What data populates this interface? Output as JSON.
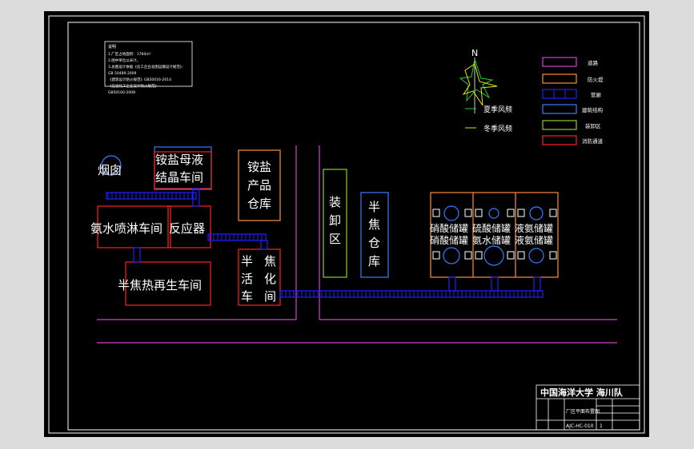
{
  "notes": {
    "heading": "说明",
    "lines": [
      "1.厂区占地面积：1760m²",
      "2.图中单位以米计。",
      "3.总图设计依据《化工企业总图运输设计规范》：",
      "GB 50489-2009",
      "《建筑设计防火规范》GB50016-2014",
      "《石油化工企业设计防火规范》",
      "GB50160-2008"
    ]
  },
  "compass": {
    "north": "N"
  },
  "wind_legend": {
    "summer": "夏季风频",
    "winter": "冬季风频",
    "summer_color": "#20d020",
    "winter_color": "#e6e600"
  },
  "legend": [
    {
      "label": "道路",
      "color": "#d040d0"
    },
    {
      "label": "防火堤",
      "color": "#ff8c3c"
    },
    {
      "label": "管廊",
      "color": "#2020ff"
    },
    {
      "label": "建筑结构",
      "color": "#3a7bff"
    },
    {
      "label": "装卸区",
      "color": "#88cc33"
    },
    {
      "label": "消防通道",
      "color": "#ff2020"
    }
  ],
  "buildings": {
    "chimney": "烟囱",
    "crystallize_1": "铵盐母液",
    "crystallize_2": "结晶车间",
    "product_1": "铵盐",
    "product_2": "产品",
    "product_3": "仓库",
    "spray": "氨水喷淋车间",
    "reactor": "反应器",
    "regen": "半焦热再生车间",
    "semi_a1": "半",
    "semi_a2": "焦",
    "semi_a3": "车",
    "semi_b1": "焦",
    "semi_b2": "化",
    "semi_b3": "间",
    "semi_mid": "活",
    "load_1": "装",
    "load_2": "卸",
    "load_3": "区",
    "coke_1": "半",
    "coke_2": "焦",
    "coke_3": "仓",
    "coke_4": "库",
    "tank1": "硝酸储罐",
    "tank2": "硫酸储罐",
    "tank3": "液氨储罐",
    "tank4": "硝酸储罐",
    "tank5": "氨水储罐",
    "tank6": "液氨储罐"
  },
  "title_block": {
    "school": "中国海洋大学 海川队",
    "drawing": "厂区平面布置图",
    "code": "AJC-HC-010",
    "sheet": "1"
  },
  "colors": {
    "road": "#d040d0",
    "fire": "#ff2020",
    "pipe": "#2020ff",
    "struct": "#3a7bff",
    "dike": "#ff8c3c",
    "loading": "#88cc33",
    "text": "#ffffff"
  }
}
